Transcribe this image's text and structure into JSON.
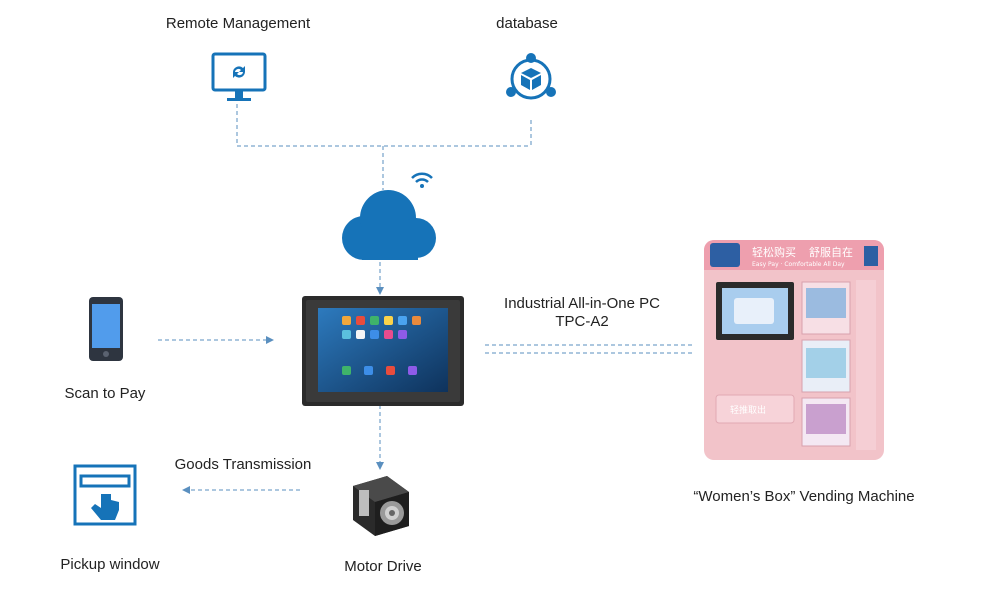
{
  "labels": {
    "remote_management": "Remote Management",
    "database": "database",
    "industrial_pc_line1": "Industrial All-in-One PC",
    "industrial_pc_line2": "TPC-A2",
    "scan_to_pay": "Scan to Pay",
    "goods_transmission": "Goods Transmission",
    "pickup_window": "Pickup window",
    "motor_drive": "Motor Drive",
    "vending_machine": "“Women’s Box” Vending Machine"
  },
  "vending_machine_signage": {
    "header_cn_1": "轻松购买",
    "header_cn_2": "舒服自在",
    "header_en": "Easy Pay · Comfortable All Day",
    "outlet_cn": "轻推取出"
  },
  "icons": {
    "remote": "monitor-sync-icon",
    "database": "database-network-icon",
    "cloud": "cloud-icon",
    "wifi": "wifi-icon",
    "phone": "smartphone-icon",
    "pickup": "pickup-window-icon",
    "motor": "motor-icon",
    "panel_pc": "panel-pc-icon",
    "vending": "vending-machine-icon"
  },
  "colors": {
    "accent": "#1673b8",
    "connector": "#5a8fbf",
    "vending_pink": "#f2c3c9"
  }
}
